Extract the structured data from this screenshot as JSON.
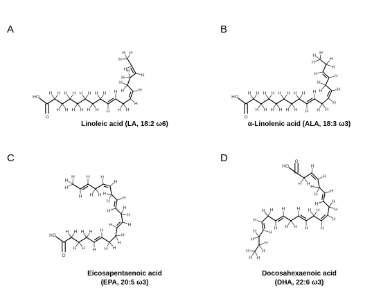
{
  "panels": [
    {
      "letter": "A",
      "caption_lines": [
        "Linoleic acid (LA, 18:2 ω6)"
      ],
      "carbons": 18,
      "double_bonds": 2,
      "omega": 6
    },
    {
      "letter": "B",
      "caption_lines": [
        "α-Linolenic acid (ALA, 18:3 ω3)"
      ],
      "carbons": 18,
      "double_bonds": 3,
      "omega": 3
    },
    {
      "letter": "C",
      "caption_lines": [
        "Eicosapentaenoic acid",
        "(EPA, 20:5 ω3)"
      ],
      "carbons": 20,
      "double_bonds": 5,
      "omega": 3
    },
    {
      "letter": "D",
      "caption_lines": [
        "Docosahexaenoic acid",
        "(DHA, 22:6 ω3)"
      ],
      "carbons": 22,
      "double_bonds": 6,
      "omega": 3
    }
  ],
  "atom_labels": {
    "hydrogen": "H",
    "hydroxyl": "HO",
    "oxygen": "O"
  }
}
